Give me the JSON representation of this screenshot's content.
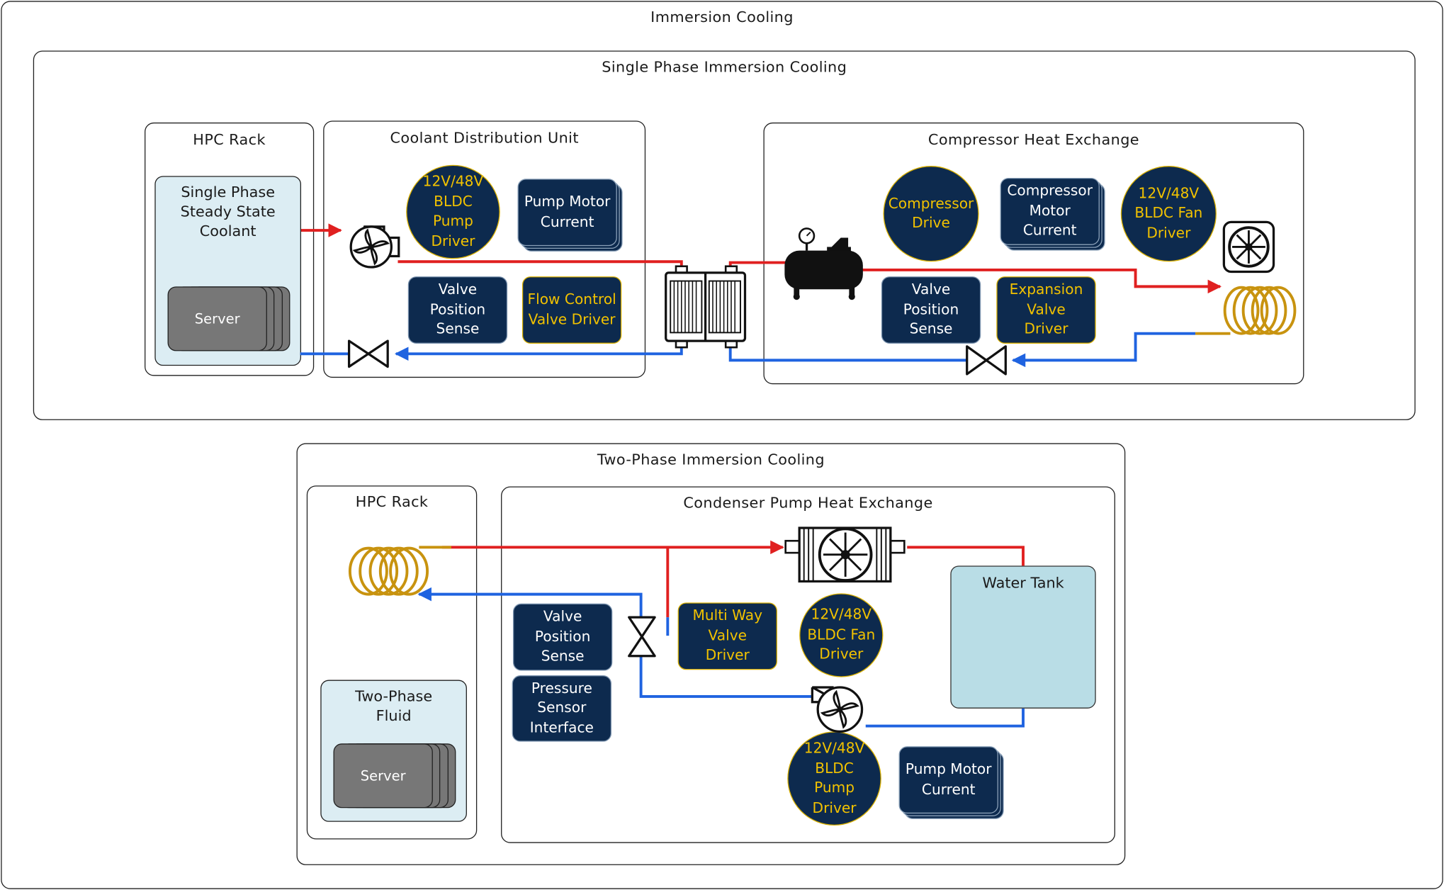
{
  "outer": {
    "title": "Immersion Cooling"
  },
  "single_phase": {
    "title": "Single Phase Immersion Cooling",
    "hpc_rack": {
      "title": "HPC Rack",
      "coolant_label": "Single Phase Steady State Coolant",
      "server_label": "Server"
    },
    "cdu": {
      "title": "Coolant Distribution Unit",
      "pump_driver": "12V/48V BLDC Pump Driver",
      "pump_motor_current": "Pump Motor Current",
      "valve_position_sense": "Valve Position Sense",
      "flow_control_valve_driver": "Flow Control Valve Driver"
    },
    "compressor_hx": {
      "title": "Compressor Heat Exchange",
      "compressor_drive": "Compressor Drive",
      "compressor_motor_current": "Compressor Motor Current",
      "fan_driver": "12V/48V BLDC Fan Driver",
      "valve_position_sense": "Valve Position Sense",
      "expansion_valve_driver": "Expansion Valve Driver"
    }
  },
  "two_phase": {
    "title": "Two-Phase Immersion Cooling",
    "hpc_rack": {
      "title": "HPC Rack",
      "fluid_label": "Two-Phase Fluid",
      "server_label": "Server"
    },
    "condenser": {
      "title": "Condenser Pump Heat Exchange",
      "water_tank": "Water Tank",
      "valve_position_sense": "Valve Position Sense",
      "pressure_sensor_interface": "Pressure Sensor Interface",
      "multi_way_valve_driver": "Multi Way Valve Driver",
      "fan_driver": "12V/48V BLDC Fan Driver",
      "pump_driver": "12V/48V BLDC Pump Driver",
      "pump_motor_current": "Pump Motor Current"
    }
  },
  "colors": {
    "hot_line": "#e02020",
    "cold_line": "#1f63e0",
    "coil": "#c8930f",
    "chip_bg": "#0d2a4e",
    "chip_gold_text": "#f2c200"
  }
}
